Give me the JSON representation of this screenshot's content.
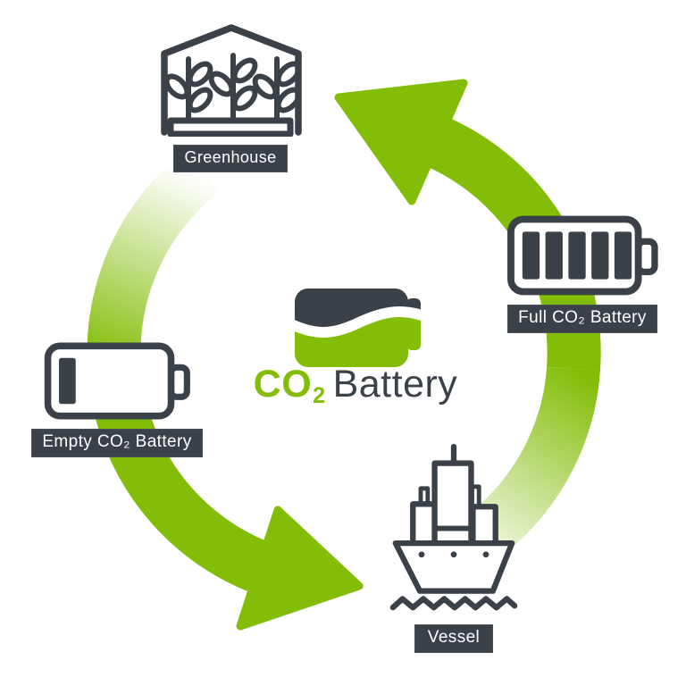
{
  "logo": {
    "co": "CO",
    "subscript": "2",
    "word": "Battery"
  },
  "nodes": {
    "greenhouse": {
      "label": "Greenhouse"
    },
    "full_battery": {
      "label": "Full CO₂ Battery"
    },
    "vessel": {
      "label": "Vessel"
    },
    "empty_battery": {
      "label": "Empty CO₂ Battery"
    }
  },
  "cycle": {
    "direction": "counterclockwise",
    "sequence": [
      "Greenhouse",
      "Empty CO₂ Battery",
      "Vessel",
      "Full CO₂ Battery"
    ]
  },
  "colors": {
    "accent_green": "#83BD08",
    "dark": "#3A4149",
    "label_text": "#FFFFFF",
    "background": "#FFFFFF"
  }
}
